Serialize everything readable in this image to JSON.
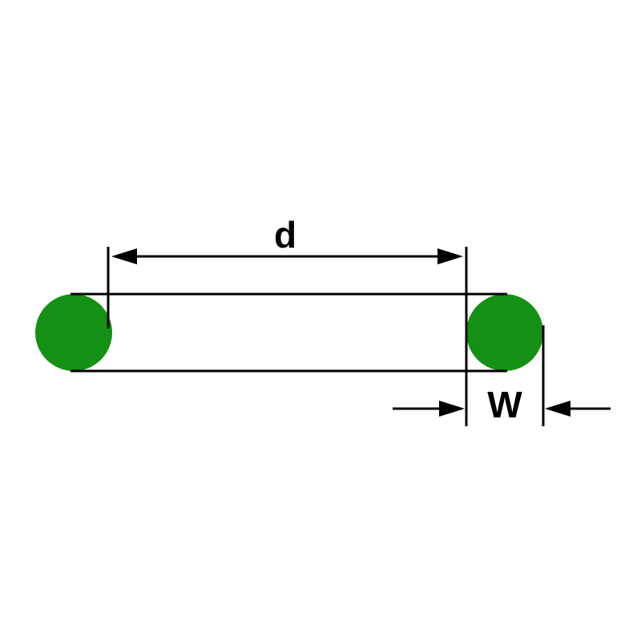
{
  "diagram": {
    "type": "o-ring cross-section dimension drawing",
    "labels": {
      "inner_diameter": "d",
      "cross_section_width": "W"
    },
    "colors": {
      "ring_fill": "#149114",
      "line": "#000000",
      "background": "#ffffff"
    }
  }
}
